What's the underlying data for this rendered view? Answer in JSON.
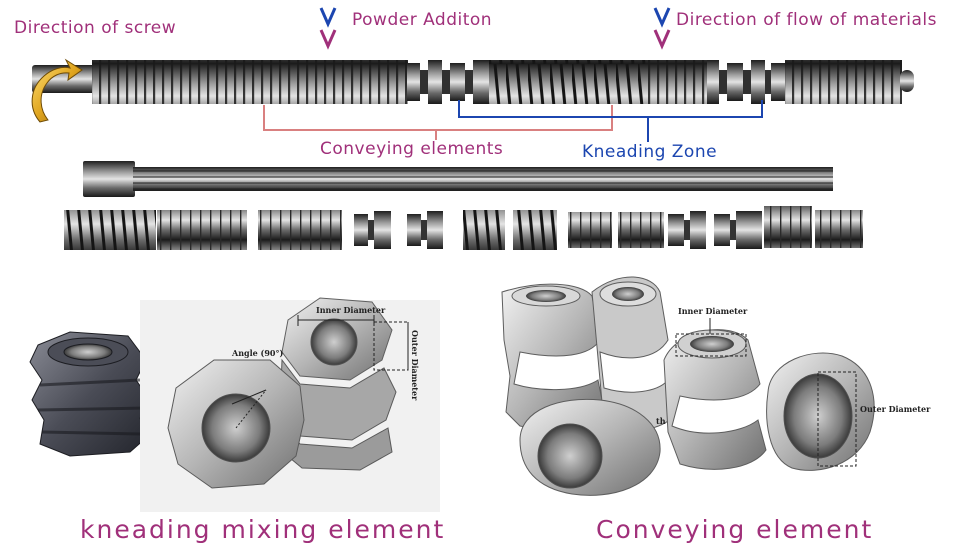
{
  "labels": {
    "direction_screw": "Direction of screw",
    "powder_addition": "Powder Additon",
    "direction_flow": "Direction of flow of materials",
    "conveying_elements": "Conveying elements",
    "kneading_zone": "Kneading Zone",
    "kneading_mixing_element": "kneading mixing element",
    "conveying_element": "Conveying  element"
  },
  "annotations": {
    "inner_diameter_left": "Inner Diameter",
    "outer_diameter_left": "Outer Diameter",
    "angle": "Angle (90°)",
    "inner_diameter_right": "Inner Diameter",
    "outer_diameter_right": "Outer Diameter",
    "length_fragment": "th"
  },
  "colors": {
    "label_magenta": "#a0307a",
    "kneading_blue": "#1c46b0",
    "conveying_bracket": "#d98080",
    "steel_dark": "#3c3c3c",
    "steel_light": "#bfbfbf"
  },
  "icons": {
    "rotation": "rotation-arrow-icon",
    "feed_down": "chevron-down-icon"
  }
}
